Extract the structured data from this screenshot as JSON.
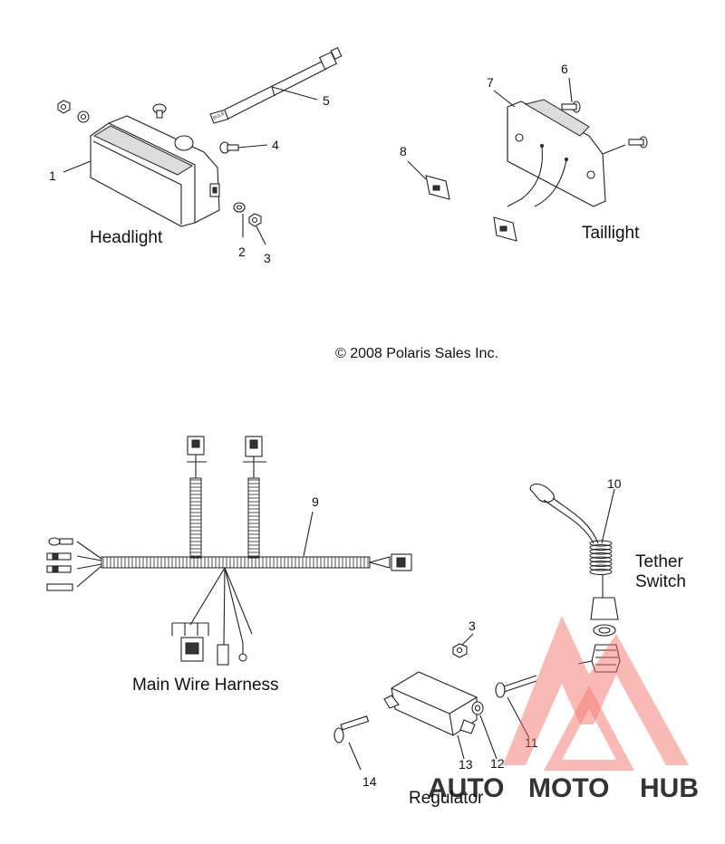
{
  "labels": {
    "headlight": "Headlight",
    "taillight": "Taillight",
    "harness": "Main Wire Harness",
    "tether1": "Tether",
    "tether2": "Switch",
    "regulator": "Regulator",
    "copyright": "© 2008 Polaris Sales Inc.",
    "bulb": "BULB"
  },
  "callouts": {
    "n1": "1",
    "n2": "2",
    "n3": "3",
    "n4": "4",
    "n5": "5",
    "n6": "6",
    "n7": "7",
    "n8": "8",
    "n9": "9",
    "n10": "10",
    "n11": "11",
    "n12": "12",
    "n13": "13",
    "n14": "14",
    "n3b": "3"
  },
  "watermark": {
    "part1": "AUTO",
    "part2": "MOTO",
    "part3": "HUB",
    "color_light": "#f5b9a0",
    "color_mid": "#f08a70",
    "color_dark": "#555555"
  }
}
